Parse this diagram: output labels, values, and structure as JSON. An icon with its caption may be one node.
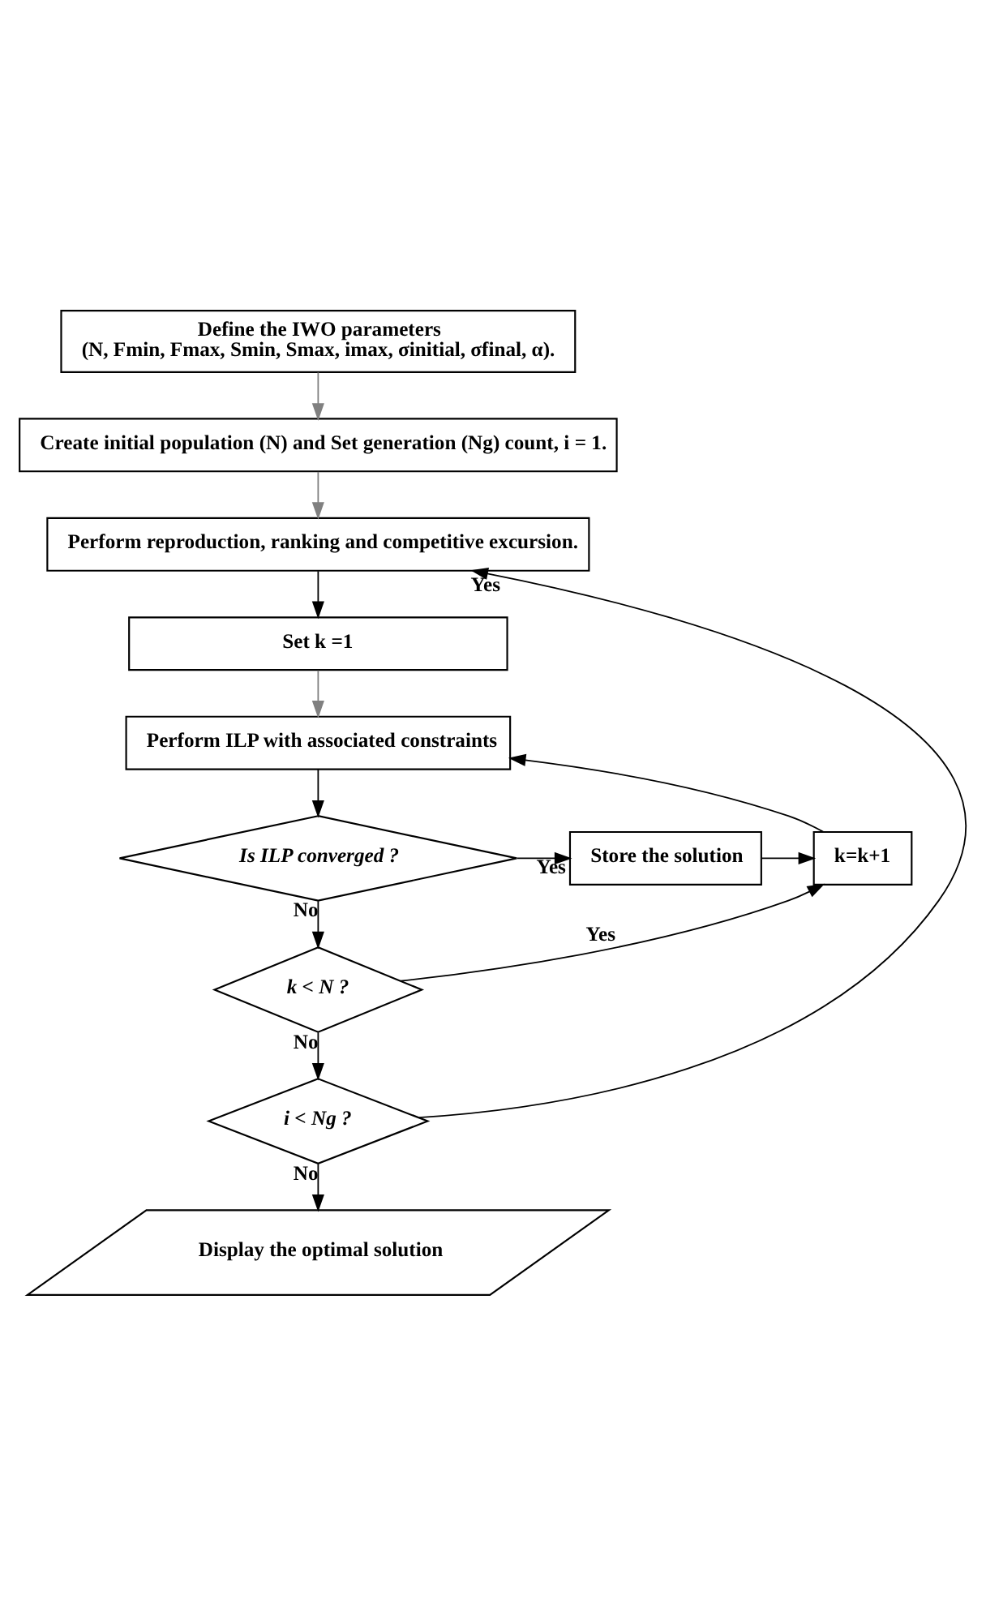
{
  "diagram": {
    "nodes": [
      {
        "text": [
          "Define the IWO parameters",
          "(N, Fmin, Fmax, Smin, Smax, imax, σinitial, σfinal, α)."
        ]
      },
      {
        "text": [
          "Create initial population (N) and Set generation (Ng) count, i = 1."
        ]
      },
      {
        "text": [
          "Perform reproduction, ranking and competitive excursion."
        ]
      },
      {
        "text": [
          "Set k =1"
        ]
      },
      {
        "text": [
          "Perform ILP with associated constraints"
        ]
      },
      {
        "text": [
          "Is ILP converged ?"
        ]
      },
      {
        "text": [
          "Store the solution"
        ]
      },
      {
        "text": [
          "k=k+1"
        ]
      },
      {
        "text": [
          "k < N ?"
        ]
      },
      {
        "text": [
          "i < Ng ?"
        ]
      },
      {
        "text": [
          "Display the optimal solution"
        ]
      }
    ],
    "edges": [
      {
        "from": 0,
        "to": 1,
        "arrow": "to",
        "color": "#808080"
      },
      {
        "from": 1,
        "to": 2,
        "arrow": "to",
        "color": "#808080"
      },
      {
        "from": 2,
        "to": 3,
        "arrow": "to"
      },
      {
        "from": 3,
        "to": 4,
        "arrow": "to",
        "color": "#808080"
      },
      {
        "from": 4,
        "to": 5,
        "arrow": "to"
      },
      {
        "from": 5,
        "to": 6,
        "arrow": "to",
        "label": "Yes"
      },
      {
        "from": 6,
        "to": 7,
        "arrow": "to"
      },
      {
        "from": 7,
        "to": 4,
        "arrow": "to"
      },
      {
        "from": 5,
        "to": 8,
        "arrow": "to",
        "label": "No"
      },
      {
        "from": 8,
        "to": 7,
        "arrow": "to",
        "label": "Yes"
      },
      {
        "from": 8,
        "to": 9,
        "arrow": "to",
        "label": "No"
      },
      {
        "from": 9,
        "to": 2,
        "arrow": "to",
        "label": "Yes"
      },
      {
        "from": 9,
        "to": 10,
        "arrow": "to",
        "label": "No"
      }
    ]
  }
}
